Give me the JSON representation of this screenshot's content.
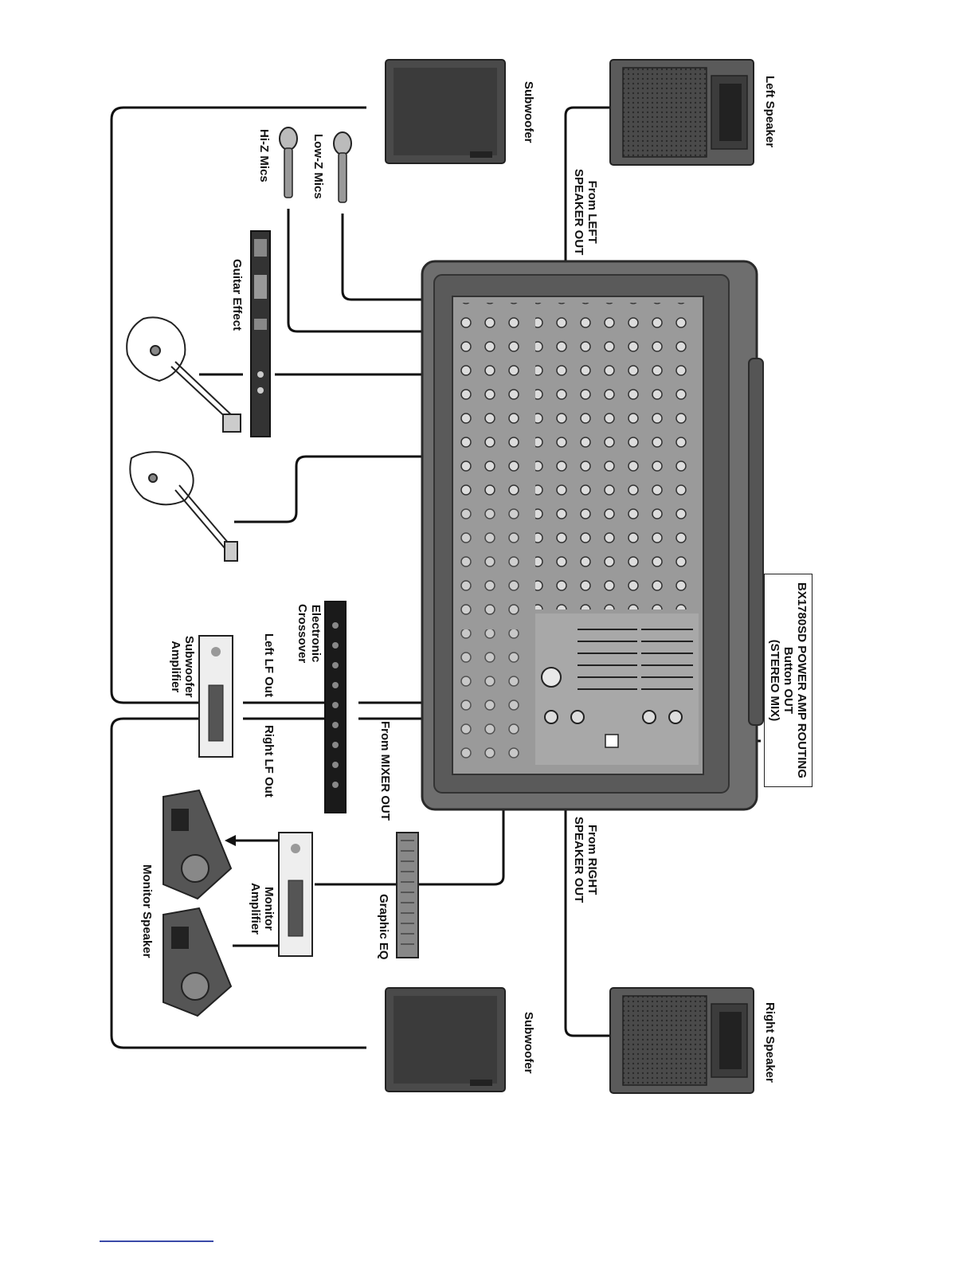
{
  "labels": {
    "left_speaker": "Left Speaker",
    "right_speaker": "Right Speaker",
    "subwoofer_top": "Subwoofer",
    "subwoofer_bottom": "Subwoofer",
    "from_left_line1": "From LEFT",
    "from_left_line2": "SPEAKER OUT",
    "from_right_line1": "From RIGHT",
    "from_right_line2": "SPEAKER OUT",
    "low_z_mics": "Low-Z Mics",
    "hi_z_mics": "Hi-Z Mics",
    "guitar_effect": "Guitar Effect",
    "routing_line1": "BX1780SD POWER AMP ROUTING",
    "routing_line2": "Button OUT",
    "routing_line3": "(STEREO MIX)",
    "crossover_line1": "Electronic",
    "crossover_line2": "Crossover",
    "left_lf_out": "Left LF Out",
    "right_lf_out": "Right LF Out",
    "from_mixer_out": "From MIXER OUT",
    "sub_amp_line1": "Subwoofer",
    "sub_amp_line2": "Amplifier",
    "monitor_amp_line1": "Monitor",
    "monitor_amp_line2": "Amplifier",
    "graphic_eq": "Graphic EQ",
    "monitor_speaker": "Monitor Speaker"
  },
  "colors": {
    "line": "#111111",
    "device_dark": "#3a3a3a",
    "device_mid": "#6b6b6b",
    "panel": "#8a8a8a",
    "footer_rule": "#3a4aa8"
  }
}
